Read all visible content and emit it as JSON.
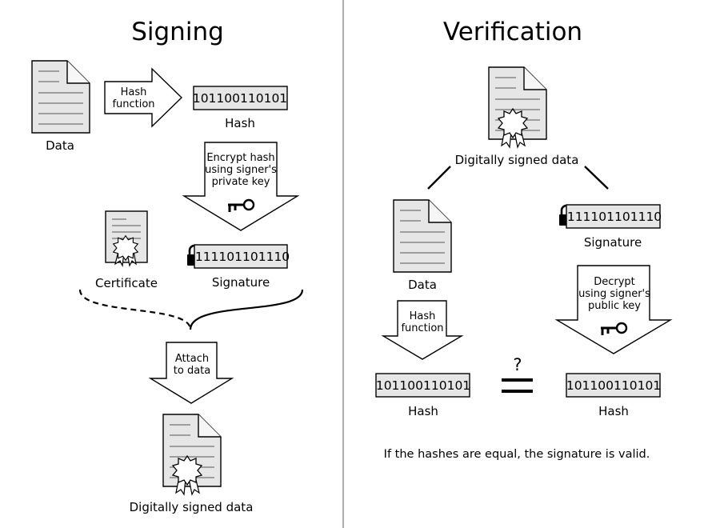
{
  "signing": {
    "title": "Signing",
    "data_label": "Data",
    "hash_function_line1": "Hash",
    "hash_function_line2": "function",
    "hash_value": "101100110101",
    "hash_label": "Hash",
    "encrypt_line1": "Encrypt hash",
    "encrypt_line2": "using signer's",
    "encrypt_line3": "private key",
    "certificate_label": "Certificate",
    "signature_value": "111101101110",
    "signature_label": "Signature",
    "attach_line1": "Attach",
    "attach_line2": "to data",
    "signed_data_label": "Digitally signed data"
  },
  "verification": {
    "title": "Verification",
    "signed_data_label": "Digitally signed data",
    "data_label": "Data",
    "signature_value": "111101101110",
    "signature_label": "Signature",
    "hash_function_line1": "Hash",
    "hash_function_line2": "function",
    "decrypt_line1": "Decrypt",
    "decrypt_line2": "using signer's",
    "decrypt_line3": "public key",
    "question_mark": "?",
    "hash_value_left": "101100110101",
    "hash_label_left": "Hash",
    "hash_value_right": "101100110101",
    "hash_label_right": "Hash",
    "conclusion": "If the hashes are equal, the signature is valid."
  },
  "icons": {
    "document": "document-icon",
    "certificate": "certificate-icon",
    "key": "key-icon",
    "lock": "padlock-icon",
    "seal": "seal-icon",
    "ribbon": "ribbon-icon"
  }
}
